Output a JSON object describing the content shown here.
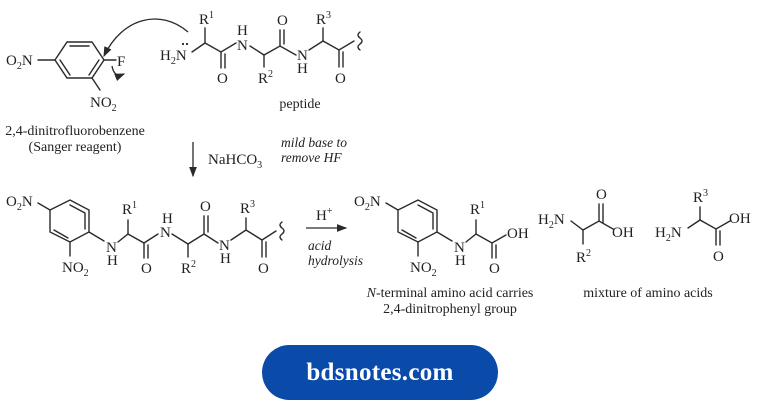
{
  "reagent": {
    "name": "2,4-dinitrofluorobenzene",
    "common_name": "(Sanger reagent)",
    "groups": {
      "nitro_para": "O",
      "nitro_para_sub": "2",
      "nitro_para_N": "N",
      "nitro_ortho": "NO",
      "nitro_ortho_sub": "2",
      "fluoro": "F"
    }
  },
  "peptide": {
    "label": "peptide",
    "amine": "H",
    "amine_sub": "2",
    "amine_N": "N",
    "R1": "R",
    "R1_sup": "1",
    "R2": "R",
    "R2_sup": "2",
    "R3": "R",
    "R3_sup": "3",
    "O": "O",
    "N": "N",
    "H": "H"
  },
  "step1": {
    "reagent": "NaHCO",
    "reagent_sub": "3",
    "note_line1": "mild base to",
    "note_line2": "remove HF"
  },
  "step2": {
    "reagent": "H",
    "reagent_sup": "+",
    "note_line1": "acid",
    "note_line2": "hydrolysis"
  },
  "products": {
    "dnp_amino_acid": {
      "caption_line1_italic": "N",
      "caption_line1": "-terminal amino acid carries",
      "caption_line2": "2,4-dinitrophenyl group",
      "OH": "OH"
    },
    "free_amino_acids": {
      "caption": "mixture of amino acids",
      "OH": "OH",
      "amine": "H",
      "amine_sub": "2",
      "amine_N": "N"
    }
  },
  "footer": {
    "button_label": "bdsnotes.com",
    "button_color": "#0a4aa8"
  }
}
